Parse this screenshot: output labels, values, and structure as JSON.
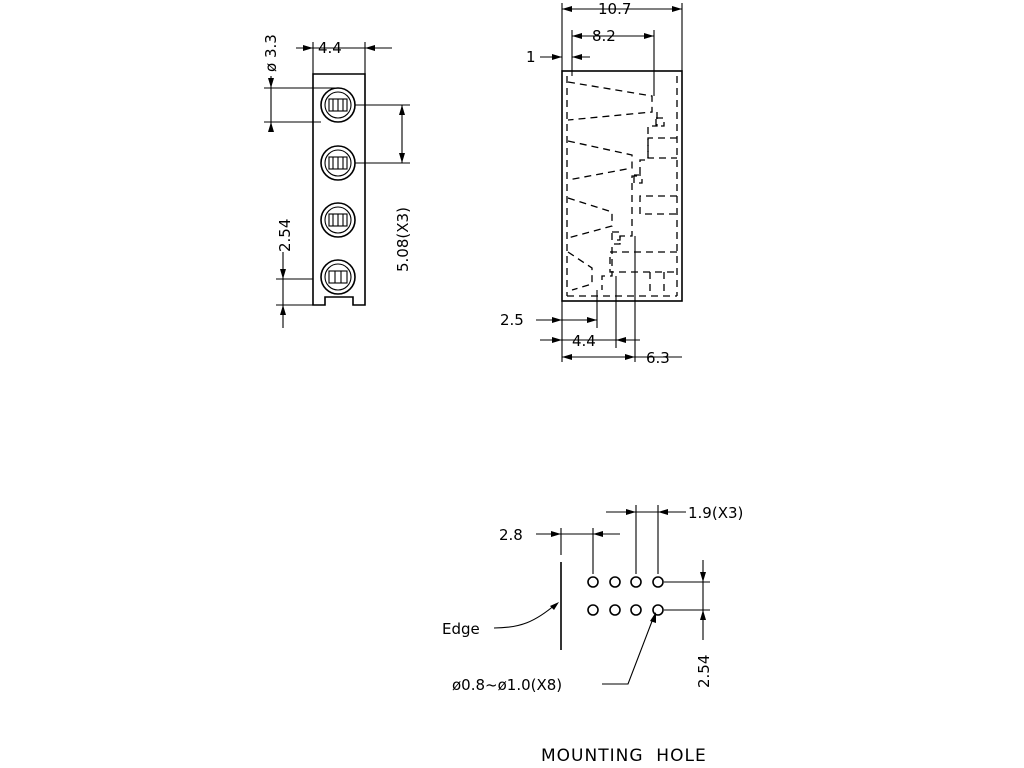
{
  "front_view": {
    "dim_hole_dia": "ø 3.3",
    "dim_width": "4.4",
    "dim_pitch": "5.08(X3)",
    "dim_pin_offset": "2.54"
  },
  "side_view": {
    "dim_overall_length": "10.7",
    "dim_inner_length": "8.2",
    "dim_edge_offset": "1",
    "dim_pin_a": "2.5",
    "dim_pin_b": "4.4",
    "dim_pin_c": "6.3"
  },
  "mounting_hole": {
    "dim_edge_to_first": "2.8",
    "dim_hole_spacing": "1.9(X3)",
    "label_edge": "Edge",
    "dim_hole_size": "ø0.8~ø1.0(X8)",
    "dim_row_spacing": "2.54",
    "caption": "MOUNTING  HOLE"
  }
}
